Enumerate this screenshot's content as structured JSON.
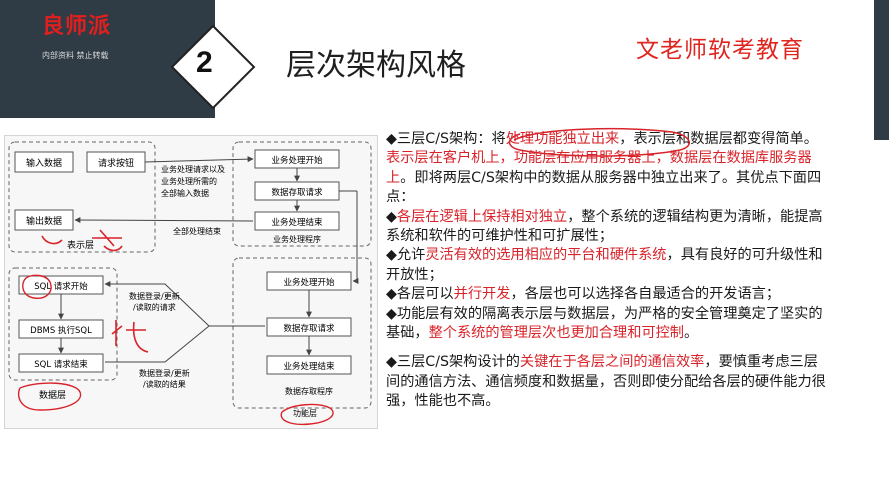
{
  "brand": {
    "logo": "良师派",
    "tagline": "内部资料 禁止转载"
  },
  "header": {
    "number": "2",
    "title": "层次架构风格",
    "org": "文老师软考教育"
  },
  "diagram": {
    "presentation": {
      "input_data": "输入数据",
      "request_button": "请求按钮",
      "output_data": "输出数据",
      "caption": "表示层",
      "note_lines": [
        "业务处理请求以及",
        "业务处理所需的",
        "全部输入数据"
      ],
      "result_label": "全部处理结束"
    },
    "business_top": {
      "start": "业务处理开始",
      "access": "数据存取请求",
      "end": "业务处理结束",
      "caption": "业务处理程序"
    },
    "data_layer": {
      "sql_start": "SQL 请求开始",
      "dbms": "DBMS 执行SQL",
      "sql_end": "SQL 请求结束",
      "caption": "数据层"
    },
    "business_bottom": {
      "start": "业务处理开始",
      "access": "数据存取请求",
      "end": "业务处理结束",
      "caption": "数据存取程序",
      "layer_label": "功能层"
    },
    "arrows": {
      "top_label": [
        "数据登录/更新",
        "/读取的请求"
      ],
      "bottom_label": [
        "数据登录/更新",
        "/读取的结果"
      ]
    }
  },
  "content": {
    "p1": {
      "prefix": "◆三层C/S架构：将",
      "highlight1": "处理功能独立出来",
      "mid": "，表示层和数据层都变得简单。",
      "red": "表示层在客户机上，功能层在应用服务器上，数据层在数据库服务器上",
      "suffix": "。即将两层C/S架构中的数据从服务器中独立出来了。其优点下面四点："
    },
    "p2": {
      "prefix": "◆",
      "red": "各层在逻辑上保持相对独立",
      "suffix": "，整个系统的逻辑结构更为清晰，能提高系统和软件的可维护性和可扩展性；"
    },
    "p3": {
      "prefix": "◆允许",
      "red": "灵活有效的选用相应的平台和硬件系统",
      "suffix": "，具有良好的可升级性和开放性；"
    },
    "p4": {
      "prefix": "◆各层可以",
      "red": "并行开发",
      "suffix": "，各层也可以选择各自最适合的开发语言；"
    },
    "p5": {
      "prefix": "◆功能层有效的隔离表示层与数据层，为严格的安全管理奠定了坚实的基础，",
      "red": "整个系统的管理层次也更加合理和可控制",
      "suffix": "。"
    },
    "p6": {
      "prefix": "◆三层C/S架构设计的",
      "red": "关键在于各层之间的通信效率",
      "suffix": "，要慎重考虑三层间的通信方法、通信频度和数据量，否则即使分配给各层的硬件能力很强，性能也不高。"
    }
  },
  "colors": {
    "accent_red": "#d8232a",
    "band": "#2f3b45"
  }
}
